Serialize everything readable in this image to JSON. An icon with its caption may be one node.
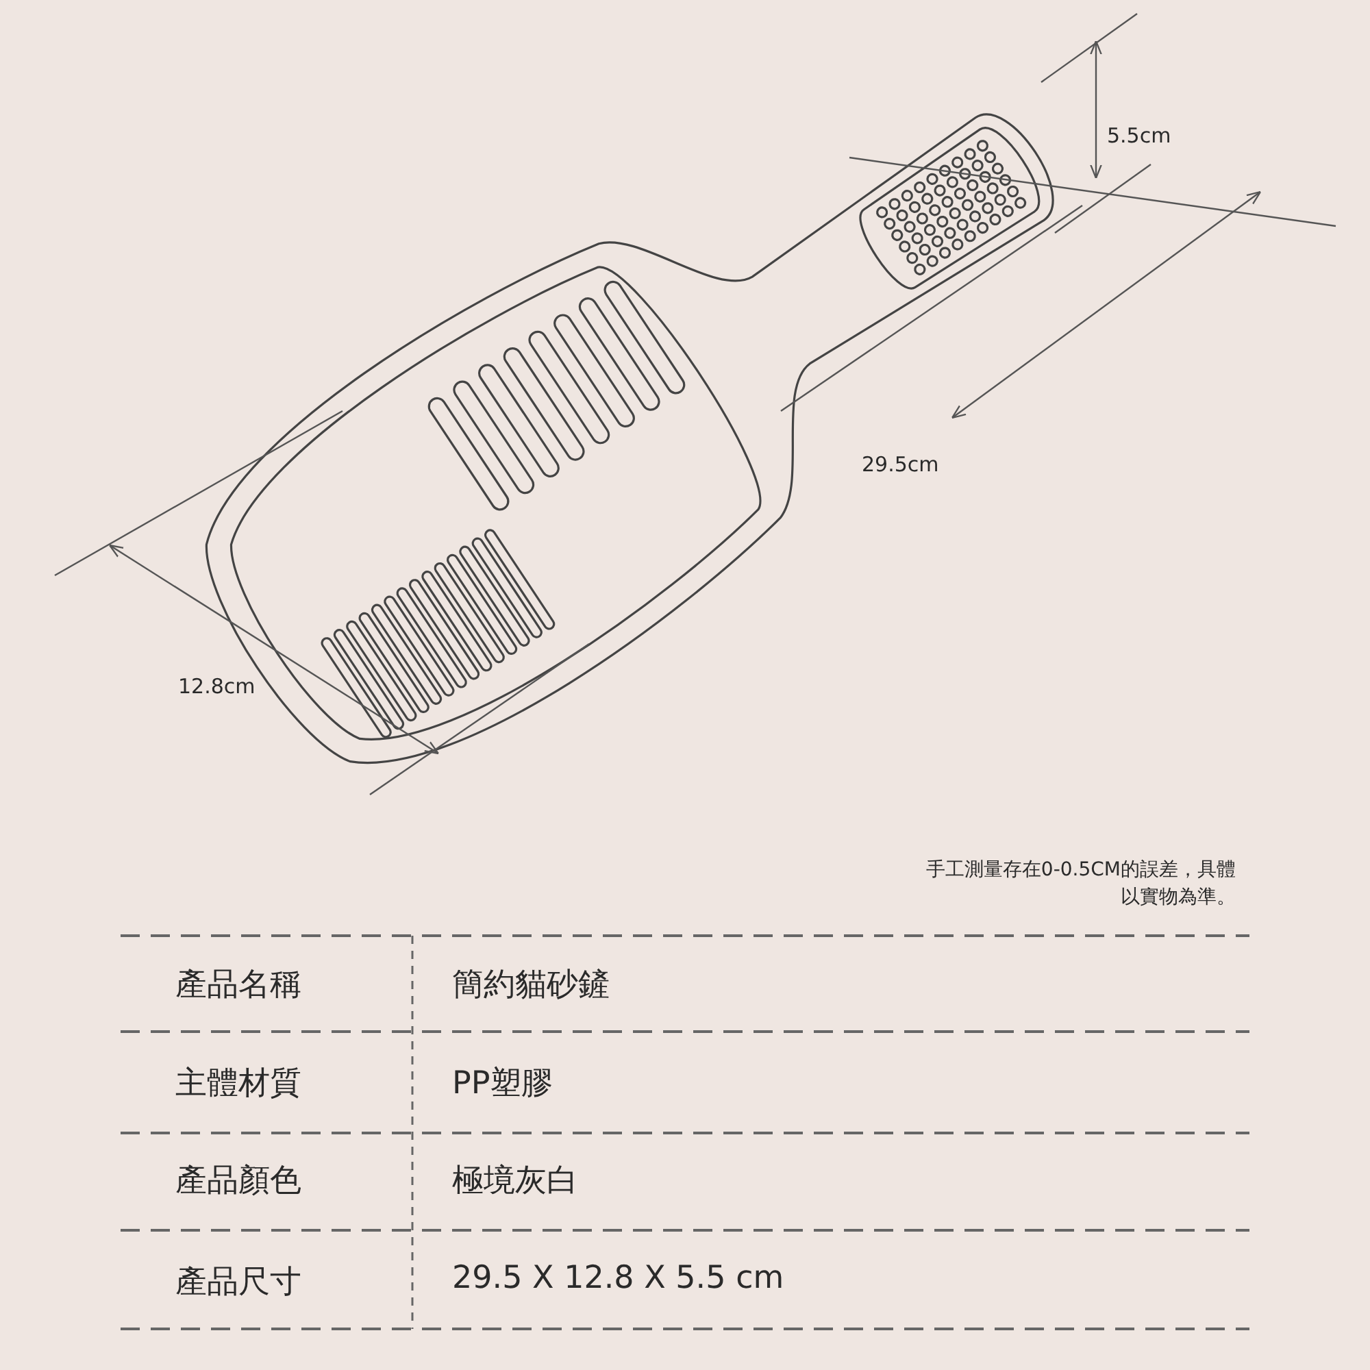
{
  "diagram": {
    "labels": [
      "5.5cm",
      "29.5cm",
      "12.8cm",
      "手工測量存在0-0.5CM的誤差，具體以實物為準。",
      "產品名稱",
      "簡約貓砂鏟",
      "主體材質",
      "PP塑膠",
      "產品顏色",
      "極境灰白",
      "產品尺寸",
      "29.5 X 12.8 X 5.5 cm"
    ]
  }
}
